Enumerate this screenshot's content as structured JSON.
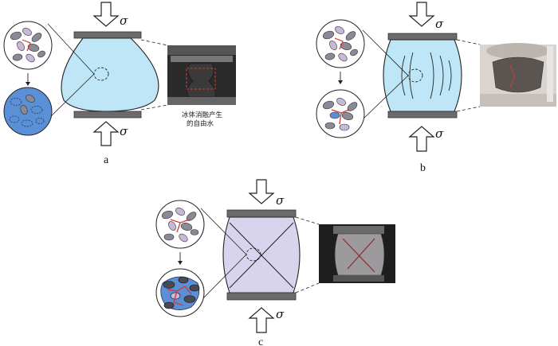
{
  "panels": [
    {
      "label": "a",
      "load_symbol": "σ",
      "note_lines": [
        "冰体消融产生",
        "的自由水"
      ]
    },
    {
      "label": "b",
      "load_symbol": "σ"
    },
    {
      "label": "c",
      "load_symbol": "σ"
    }
  ],
  "colors": {
    "specimen_a": "#bfe6f7",
    "specimen_b": "#bfe6f7",
    "specimen_c": "#d8d4ee",
    "platen": "#6b6b6b",
    "grain_gray": "#8a8a96",
    "grain_purple": "#c9b7d8",
    "crack_red": "#d03a3a",
    "water_blue": "#5b8fd6"
  }
}
